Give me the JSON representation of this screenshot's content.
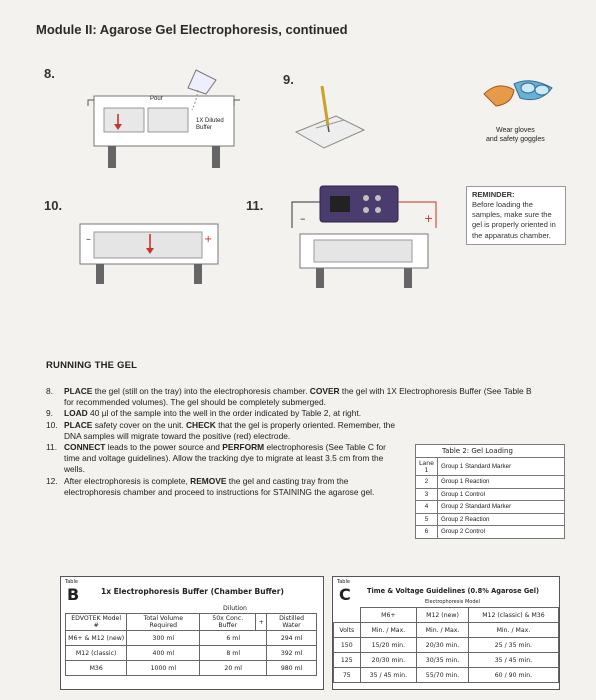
{
  "page": {
    "title": "Module II: Agarose Gel Electrophoresis, continued"
  },
  "illustrations": {
    "step8": {
      "number": "8.",
      "pour_label": "Pour",
      "buffer_label_line1": "1X Diluted",
      "buffer_label_line2": "Buffer"
    },
    "step9": {
      "number": "9."
    },
    "step10": {
      "number": "10."
    },
    "step11": {
      "number": "11."
    },
    "safety": {
      "line1": "Wear gloves",
      "line2": "and safety goggles"
    },
    "reminder": {
      "heading": "REMINDER:",
      "text": "Before loading the samples, make sure the gel is properly oriented in the apparatus chamber."
    }
  },
  "running": {
    "title": "RUNNING THE GEL",
    "steps": [
      {
        "num": "8.",
        "verb": "PLACE",
        "text": " the gel (still on the tray) into the electrophoresis chamber. ",
        "verb2": "COVER",
        "text2": " the gel with 1X Electrophoresis Buffer (See Table B for recommended volumes). The gel should be completely submerged."
      },
      {
        "num": "9.",
        "verb": "LOAD",
        "text": " 40 µl of the sample into the well in the order indicated by Table 2, at right.",
        "verb2": "",
        "text2": ""
      },
      {
        "num": "10.",
        "verb": "PLACE",
        "text": " safety cover on the unit. ",
        "verb2": "CHECK",
        "text2": " that the gel is properly oriented. Remember, the DNA samples will migrate toward the positive (red) electrode."
      },
      {
        "num": "11.",
        "verb": "CONNECT",
        "text": " leads to the power source and ",
        "verb2": "PERFORM",
        "text2": " electrophoresis (See Table C for time and voltage guidelines). Allow the tracking dye to migrate at least 3.5 cm from the wells."
      },
      {
        "num": "12.",
        "verb": "",
        "text": "After electrophoresis is complete, ",
        "verb2": "REMOVE",
        "text2": " the gel and casting tray from the electrophoresis chamber and proceed to instructions for STAINING the agarose gel."
      }
    ]
  },
  "table2": {
    "caption": "Table 2: Gel Loading",
    "header_lane": "Lane",
    "rows": [
      {
        "lane": "1",
        "sample": "Group 1 Standard Marker"
      },
      {
        "lane": "2",
        "sample": "Group 1 Reaction"
      },
      {
        "lane": "3",
        "sample": "Group 1 Control"
      },
      {
        "lane": "4",
        "sample": "Group 2 Standard Marker"
      },
      {
        "lane": "5",
        "sample": "Group 2 Reaction"
      },
      {
        "lane": "6",
        "sample": "Group 2 Control"
      }
    ]
  },
  "tableB": {
    "table_word": "Table",
    "letter": "B",
    "title": "1x Electrophoresis Buffer (Chamber Buffer)",
    "dilution_header": "Dilution",
    "headers": [
      "EDVOTEK Model #",
      "Total Volume Required",
      "50x Conc. Buffer",
      "+",
      "Distilled Water"
    ],
    "rows": [
      [
        "M6+ & M12 (new)",
        "300 ml",
        "6 ml",
        "294 ml"
      ],
      [
        "M12 (classic)",
        "400 ml",
        "8 ml",
        "392 ml"
      ],
      [
        "M36",
        "1000 ml",
        "20 ml",
        "980 ml"
      ]
    ]
  },
  "tableC": {
    "table_word": "Table",
    "letter": "C",
    "title": "Time & Voltage Guidelines (0.8% Agarose Gel)",
    "model_header": "Electrophoresis Model",
    "col_headers": [
      "M6+",
      "M12 (new)",
      "M12 (classic) & M36"
    ],
    "sub_header": "Min. / Max.",
    "volts_header": "Volts",
    "rows": [
      [
        "150",
        "15/20 min.",
        "20/30 min.",
        "25 / 35 min."
      ],
      [
        "125",
        "20/30 min.",
        "30/35 min.",
        "35 / 45 min."
      ],
      [
        "75",
        "35 / 45 min.",
        "55/70 min.",
        "60 / 90 min."
      ]
    ]
  },
  "colors": {
    "positive": "#d42a2a",
    "arrow": "#c0392b",
    "power_box": "#4a3d6e",
    "gel_tray": "#cfcfcf"
  }
}
